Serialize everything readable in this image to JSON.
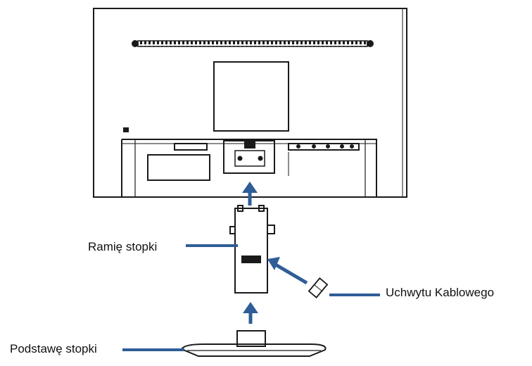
{
  "labels": {
    "stand_arm": "Ramię stopki",
    "cable_holder": "Uchwytu Kablowego",
    "stand_base": "Podstawę stopki"
  },
  "colors": {
    "line": "#1a1a1a",
    "arrow": "#2f5d97",
    "background": "#ffffff"
  }
}
